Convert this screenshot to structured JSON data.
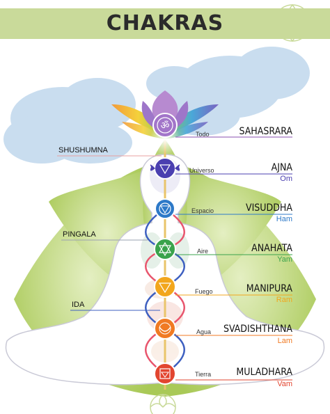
{
  "header": {
    "title": "CHAKRAS"
  },
  "nadis": {
    "shushumna": "SHUSHUMNA",
    "pingala": "PINGALA",
    "ida": "IDA"
  },
  "chakras": [
    {
      "name": "SAHASRARA",
      "element": "Todo",
      "mantra": "",
      "color": "#8a4fb0"
    },
    {
      "name": "AJNA",
      "element": "Universo",
      "mantra": "Om",
      "color": "#4a3fb0"
    },
    {
      "name": "VISUDDHA",
      "element": "Espacio",
      "mantra": "Ham",
      "color": "#2d79c8"
    },
    {
      "name": "ANAHATA",
      "element": "Aire",
      "mantra": "Yam",
      "color": "#3aa34c"
    },
    {
      "name": "MANIPURA",
      "element": "Fuego",
      "mantra": "Ram",
      "color": "#f2a61c"
    },
    {
      "name": "SVADISHTHANA",
      "element": "Agua",
      "mantra": "Lam",
      "color": "#f07a23"
    },
    {
      "name": "MULADHARA",
      "element": "Tierra",
      "mantra": "Vam",
      "color": "#e2452f"
    }
  ],
  "colors": {
    "banner": "#c9da9a",
    "leaf": "#b9d46a",
    "cloud": "#c7dcef",
    "body": "#ffffff"
  }
}
